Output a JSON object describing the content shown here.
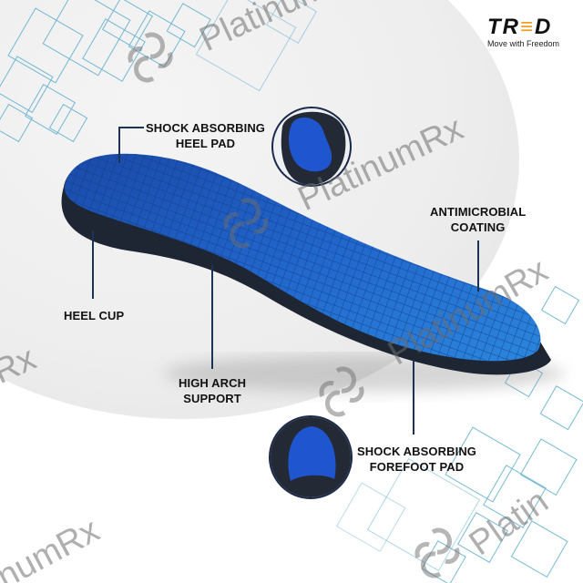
{
  "brand": {
    "logo_text_prefix": "TR",
    "logo_text_accent": "≡",
    "logo_text_suffix": "D",
    "tagline": "Move with Freedom",
    "accent_color": "#f0a020"
  },
  "product": {
    "name": "Insole",
    "insole_color": "#1f5fc4",
    "base_color": "#1e2633"
  },
  "callouts": [
    {
      "id": "shock-heel",
      "lines": [
        "SHOCK ABSORBING",
        "HEEL PAD"
      ]
    },
    {
      "id": "antimicrobial",
      "lines": [
        "ANTIMICROBIAL",
        "COATING"
      ]
    },
    {
      "id": "heel-cup",
      "lines": [
        "HEEL CUP"
      ]
    },
    {
      "id": "high-arch",
      "lines": [
        "HIGH ARCH",
        "SUPPORT"
      ]
    },
    {
      "id": "shock-forefoot",
      "lines": [
        "SHOCK ABSORBING",
        "FOREFOOT PAD"
      ]
    }
  ],
  "watermarks": [
    {
      "text": "Platinum"
    },
    {
      "text": "PlatinumRx"
    },
    {
      "text": "PlatinumRx"
    },
    {
      "text": "Rx"
    },
    {
      "text": "numRx"
    },
    {
      "text": "Platin"
    }
  ],
  "colors": {
    "leader_line": "#1d3356",
    "pattern_line": "#4aa3c8"
  }
}
